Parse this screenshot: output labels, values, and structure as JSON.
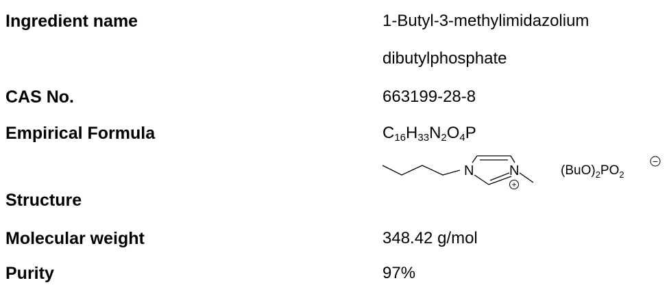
{
  "rows": {
    "ingredient": {
      "label": "Ingredient name",
      "value_line1": "1-Butyl-3-methylimidazolium",
      "value_line2": "dibutylphosphate"
    },
    "cas": {
      "label": "CAS No.",
      "value": "663199-28-8"
    },
    "formula": {
      "label": "Empirical Formula",
      "parts": [
        {
          "el": "C",
          "n": "16"
        },
        {
          "el": "H",
          "n": "33"
        },
        {
          "el": "N",
          "n": "2"
        },
        {
          "el": "O",
          "n": "4"
        },
        {
          "el": "P",
          "n": ""
        }
      ]
    },
    "structure": {
      "label": "Structure",
      "atom_n1": "N",
      "atom_n2": "N",
      "plus": "+",
      "minus": "−",
      "anion_prefix": "(BuO)",
      "anion_sub1": "2",
      "anion_mid": "PO",
      "anion_sub2": "2"
    },
    "mw": {
      "label": "Molecular weight",
      "value": "348.42 g/mol"
    },
    "purity": {
      "label": "Purity",
      "value": "97%"
    }
  }
}
